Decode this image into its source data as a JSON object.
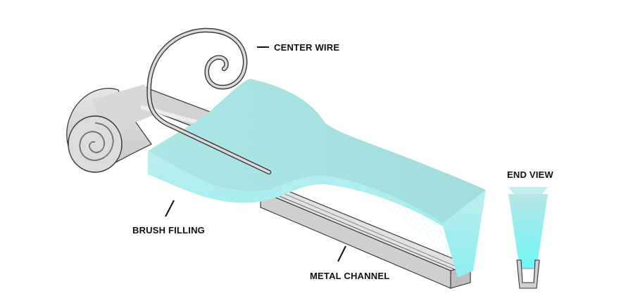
{
  "labels": {
    "center_wire": "CENTER WIRE",
    "brush_filling": "BRUSH FILLING",
    "metal_channel": "METAL CHANNEL",
    "end_view": "END VIEW"
  },
  "colors": {
    "filling": "#a9e3e3",
    "filling_highlight": "#7ef5f5",
    "channel_light": "#d9d9d9",
    "channel_dark": "#9a9a9a",
    "outline": "#333333"
  }
}
